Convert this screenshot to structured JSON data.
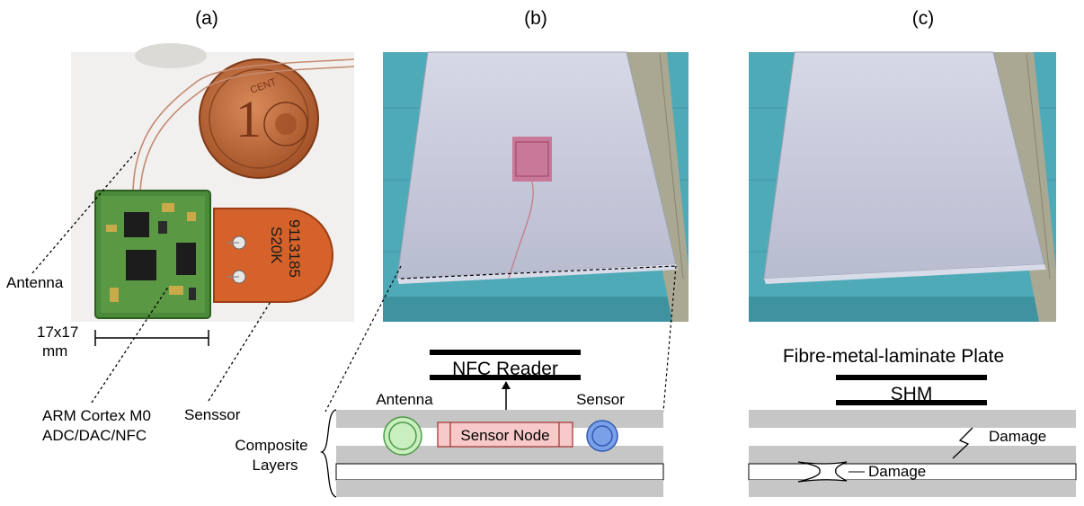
{
  "panels": {
    "a": {
      "label": "(a)",
      "antenna_label": "Antenna",
      "scale_label_line1": "17x17",
      "scale_label_line2": "mm",
      "cpu_label_line1": "ARM Cortex M0",
      "cpu_label_line2": "ADC/DAC/NFC",
      "sensor_label": "Senssor",
      "coin_text": "CENT",
      "coin_numeral": "1",
      "sensor_writing_line1": "S20K",
      "sensor_writing_line2": "9113185"
    },
    "b": {
      "label": "(b)",
      "reader_label": "NFC Reader",
      "antenna_label": "Antenna",
      "sensor_label": "Sensor",
      "node_label": "Sensor Node",
      "layers_label_line1": "Composite",
      "layers_label_line2": "Layers"
    },
    "c": {
      "label": "(c)",
      "plate_title": "Fibre-metal-laminate Plate",
      "shm_label": "SHM",
      "damage_label_top": "Damage",
      "damage_label_bottom": "Damage"
    }
  },
  "colors": {
    "layer_gray": "#c6c6c6",
    "antenna_fill": "#c9eec0",
    "antenna_stroke": "#4c9a44",
    "sensor_fill": "#7aa1e8",
    "sensor_stroke": "#2f59b0",
    "node_fill": "#f7c9c9",
    "node_stroke": "#a53a3a",
    "photo_bg": "#4faab7",
    "plate": "#c8cbdc",
    "pcb": "#4b8a3a",
    "coin": "#b56336",
    "flex_sensor": "#d4622a"
  }
}
